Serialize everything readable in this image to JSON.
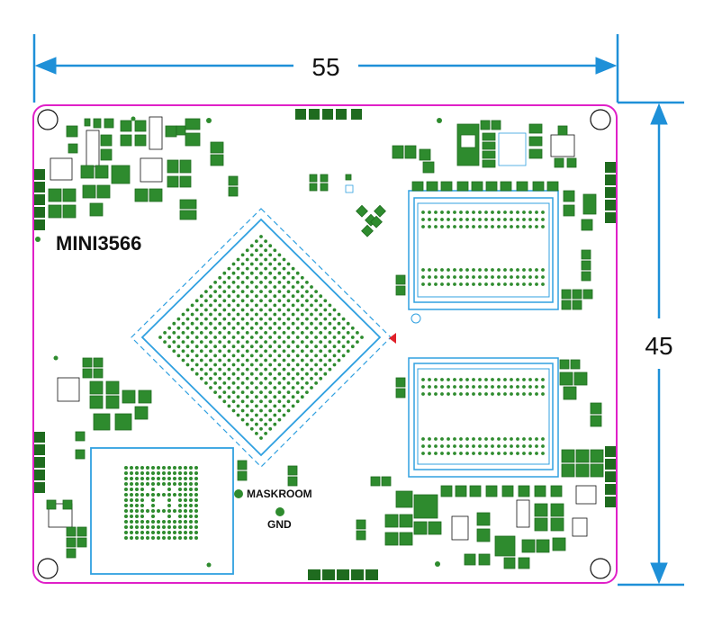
{
  "dimensions": {
    "width_label": "55",
    "height_label": "45"
  },
  "board": {
    "model_label": "MINI3566",
    "maskroom_label": "MASKROOM",
    "gnd_label": "GND"
  },
  "colors": {
    "outline": "#e020c8",
    "dimension": "#1e90d8",
    "component": "#2e8b2e",
    "component_dark": "#1f6b1f",
    "package_outline": "#30a0e0",
    "pin1_marker": "#e0202a"
  }
}
